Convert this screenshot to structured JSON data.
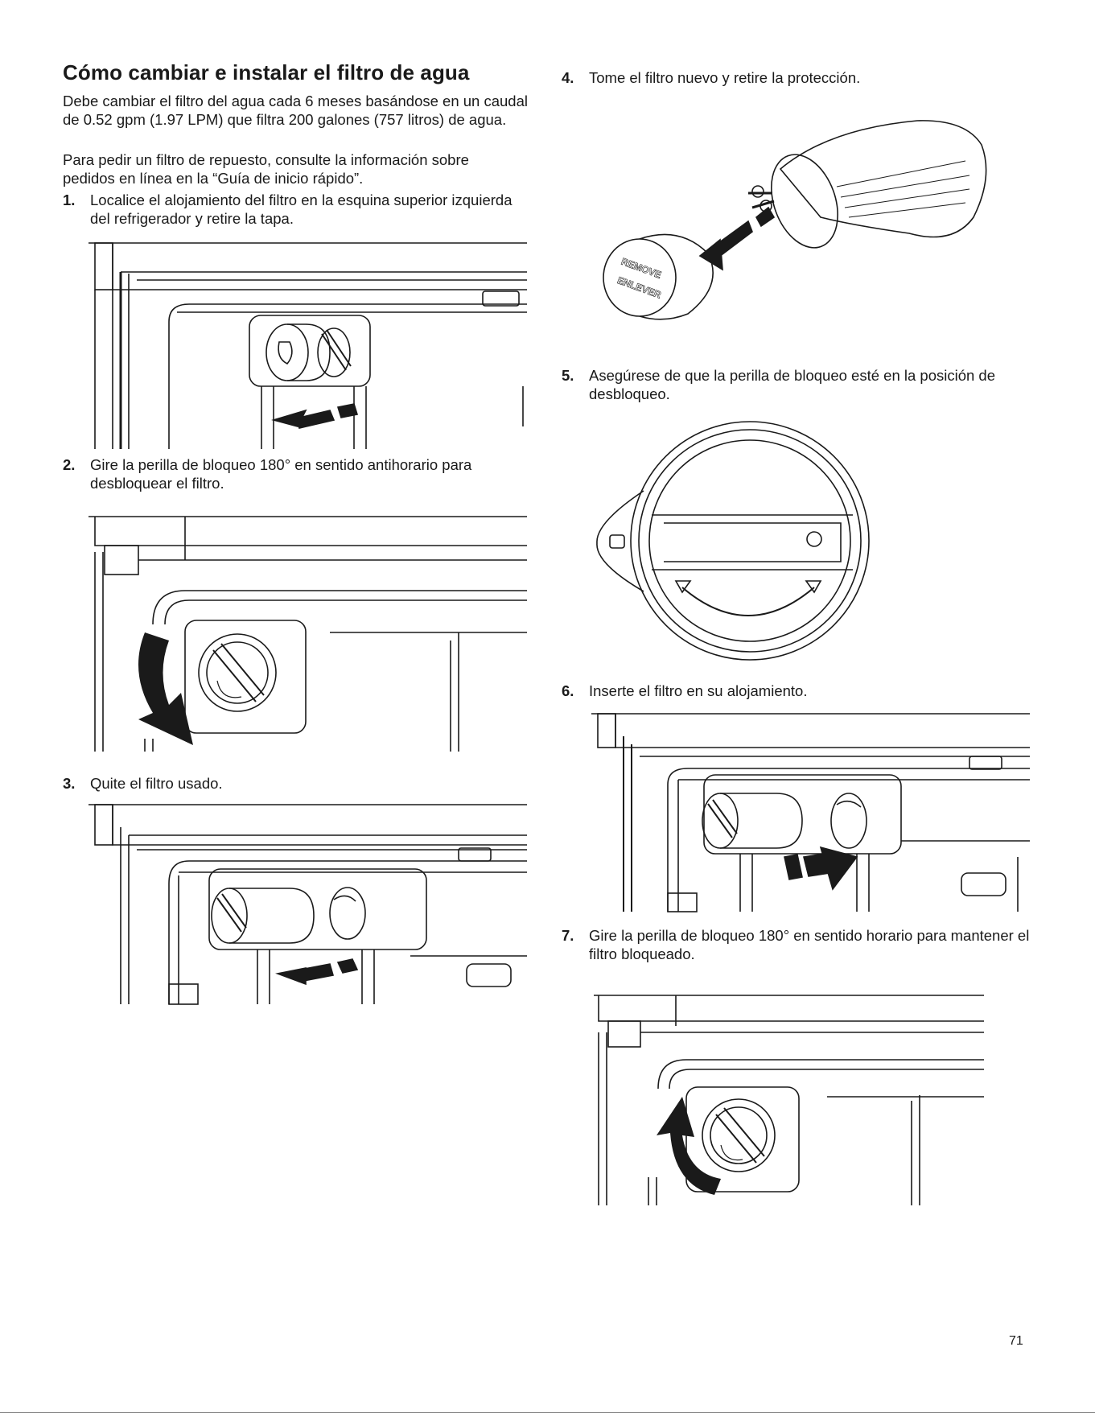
{
  "title": "Cómo cambiar e instalar el filtro de agua",
  "intro": [
    "Debe cambiar el filtro del agua cada 6 meses basándose en un caudal de 0.52 gpm (1.97 LPM) que filtra 200 galones (757 litros) de agua.",
    "Para pedir un filtro de repuesto, consulte la información sobre pedidos en línea en la “Guía de inicio rápido”."
  ],
  "steps": [
    {
      "num": "1.",
      "text": "Localice el alojamiento del filtro en la esquina superior izquierda del refrigerador y retire la tapa."
    },
    {
      "num": "2.",
      "text": "Gire la perilla de bloqueo 180° en sentido antihorario para desbloquear el filtro."
    },
    {
      "num": "3.",
      "text": "Quite el filtro usado."
    },
    {
      "num": "4.",
      "text": "Tome el filtro nuevo y retire la protección."
    },
    {
      "num": "5.",
      "text": "Asegúrese de que la perilla de bloqueo esté en la posición de desbloqueo."
    },
    {
      "num": "6.",
      "text": "Inserte el filtro en su alojamiento."
    },
    {
      "num": "7.",
      "text": "Gire la perilla de bloqueo 180° en sentido horario para mantener el filtro bloqueado."
    }
  ],
  "cap_labels": {
    "line1": "REMOVE",
    "line2": "ENLEVER"
  },
  "page_number": "71"
}
